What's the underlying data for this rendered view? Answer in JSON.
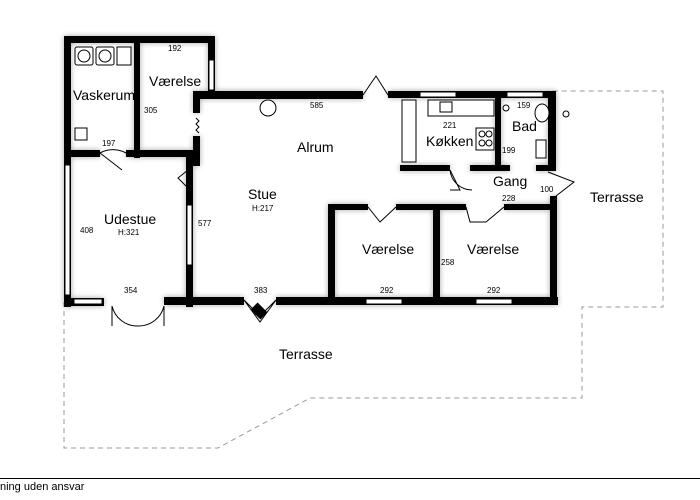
{
  "plan": {
    "rooms": {
      "vaskerum": "Vaskerum",
      "vaerelse_small": "Værelse",
      "alrum": "Alrum",
      "kokken": "Køkken",
      "bad": "Bad",
      "stue": "Stue",
      "stue_height": "H:217",
      "gang": "Gang",
      "udestue": "Udestue",
      "udestue_height": "H:321",
      "vaerelse_mid": "Værelse",
      "vaerelse_right": "Værelse",
      "terrasse_right": "Terrasse",
      "terrasse_bottom": "Terrasse"
    },
    "dimensions": {
      "d192": "192",
      "d305": "305",
      "d585": "585",
      "d221": "221",
      "d159": "159",
      "d199": "199",
      "d197": "197",
      "d228": "228",
      "d100": "100",
      "d408": "408",
      "d577": "577",
      "d258": "258",
      "d354": "354",
      "d383": "383",
      "d292a": "292",
      "d292b": "292"
    }
  },
  "footer": {
    "disclaimer": "ning uden ansvar"
  }
}
